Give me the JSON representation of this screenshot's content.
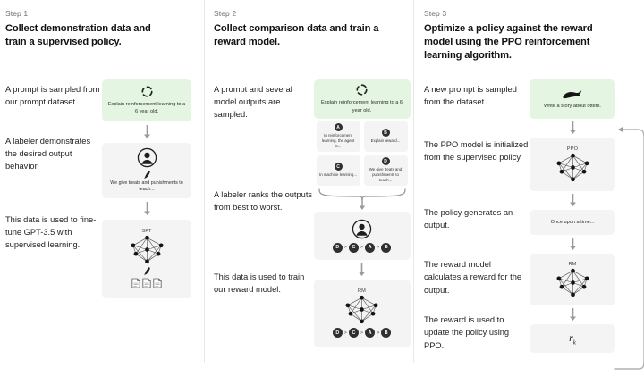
{
  "diagram": {
    "title": "RLHF three-step training process",
    "accent_green": "#e4f5e2",
    "card_gray": "#f4f4f4"
  },
  "steps": [
    {
      "label": "Step 1",
      "title": "Collect demonstration data and train a supervised policy.",
      "paragraphs": [
        "A prompt is sampled from our prompt dataset.",
        "A labeler demonstrates the desired output behavior.",
        "This data is used to fine-tune GPT-3.5 with supervised learning."
      ],
      "nodes": [
        {
          "kind": "prompt",
          "icon": "segmented-circle-icon",
          "text": "Explain reinforcement learning to a 6 year old."
        },
        {
          "kind": "labeler",
          "icon": "person-icon",
          "text": "We give treats and punishments to teach..."
        },
        {
          "kind": "model",
          "icon": "neural-network-icon",
          "title": "SFT",
          "text": ""
        }
      ]
    },
    {
      "label": "Step 2",
      "title": "Collect comparison data and train a reward model.",
      "paragraphs": [
        "A prompt and several model outputs are sampled.",
        "A labeler ranks the outputs from best to worst.",
        "This data is used to train our reward model."
      ],
      "nodes": [
        {
          "kind": "prompt",
          "icon": "segmented-circle-icon",
          "text": "Explain reinforcement learning to a 6 year old."
        },
        {
          "kind": "outputs",
          "items": [
            {
              "badge": "A",
              "text": "In reinforcement learning, the agent is..."
            },
            {
              "badge": "B",
              "text": "Explain reward..."
            },
            {
              "badge": "C",
              "text": "In machine learning..."
            },
            {
              "badge": "D",
              "text": "We give treats and punishments to teach..."
            }
          ]
        },
        {
          "kind": "labeler",
          "icon": "person-icon",
          "ranking": [
            "D",
            "C",
            "A",
            "B"
          ]
        },
        {
          "kind": "model",
          "icon": "neural-network-icon",
          "title": "RM",
          "ranking": [
            "D",
            "C",
            "A",
            "B"
          ]
        }
      ]
    },
    {
      "label": "Step 3",
      "title": "Optimize a policy against the reward model using the PPO reinforcement learning algorithm.",
      "paragraphs": [
        "A new prompt is sampled from the dataset.",
        "The PPO model is initialized from the supervised policy.",
        "The policy generates an output.",
        "The reward model calculates a reward for the output.",
        "The reward is used to update the policy using PPO."
      ],
      "nodes": [
        {
          "kind": "prompt",
          "icon": "otter-icon",
          "text": "Write a story about otters."
        },
        {
          "kind": "model",
          "icon": "neural-network-icon",
          "title": "PPO"
        },
        {
          "kind": "output",
          "text": "Once upon a time..."
        },
        {
          "kind": "model",
          "icon": "neural-network-icon",
          "title": "RM"
        },
        {
          "kind": "reward",
          "symbol": "r",
          "subscript": "k"
        }
      ]
    }
  ]
}
